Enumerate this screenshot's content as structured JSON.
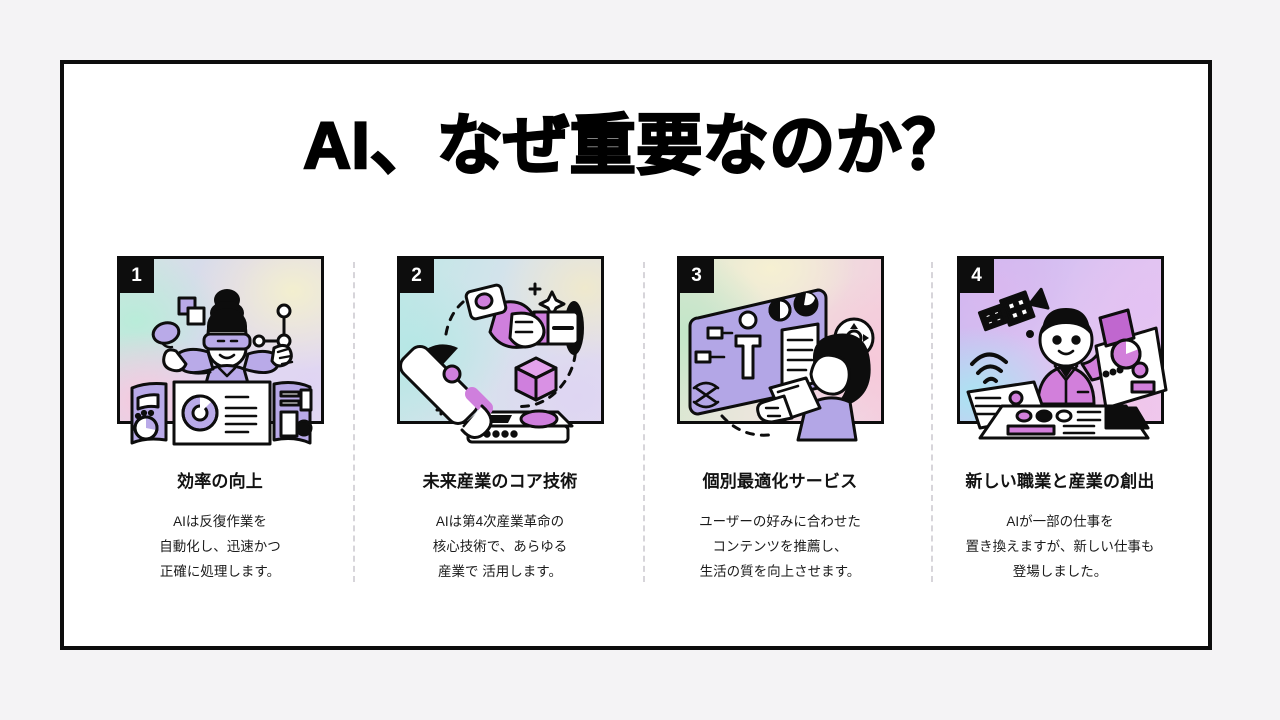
{
  "slide": {
    "title": "AI、なぜ重要なのか？",
    "background_color": "#f4f3f5",
    "frame_border_color": "#0d0d0d",
    "frame_background": "#ffffff",
    "divider_color": "#d7d5da"
  },
  "cards": [
    {
      "number": "1",
      "title": "効率の向上",
      "body_lines": [
        "AIは反復作業を",
        "自動化し、迅速かつ",
        "正確に処理します。"
      ],
      "illustration": "person-with-vr-headset-and-data-dashboards",
      "gradient": "mint-pink-lavender"
    },
    {
      "number": "2",
      "title": "未来産業のコア技術",
      "body_lines": [
        "AIは第4次産業革命の",
        "核心技術で、あらゆる",
        "産業で 活用します。"
      ],
      "illustration": "robotic-arm-with-microscope-and-cube",
      "gradient": "cyan-cream-lavender"
    },
    {
      "number": "3",
      "title": "個別最適化サービス",
      "body_lines": [
        "ユーザーの好みに合わせた",
        "コンテンツを推薦し、",
        "生活の質を向上させます。"
      ],
      "illustration": "woman-with-tablet-and-screen-of-personal-data",
      "gradient": "green-cream-pink"
    },
    {
      "number": "4",
      "title": "新しい職業と産業の創出",
      "body_lines": [
        "AIが一部の仕事を",
        "置き換えますが、新しい仕事も",
        "登場しました。"
      ],
      "illustration": "person-at-console-with-satellite-and-reports",
      "gradient": "purple-magenta-cyan"
    }
  ]
}
